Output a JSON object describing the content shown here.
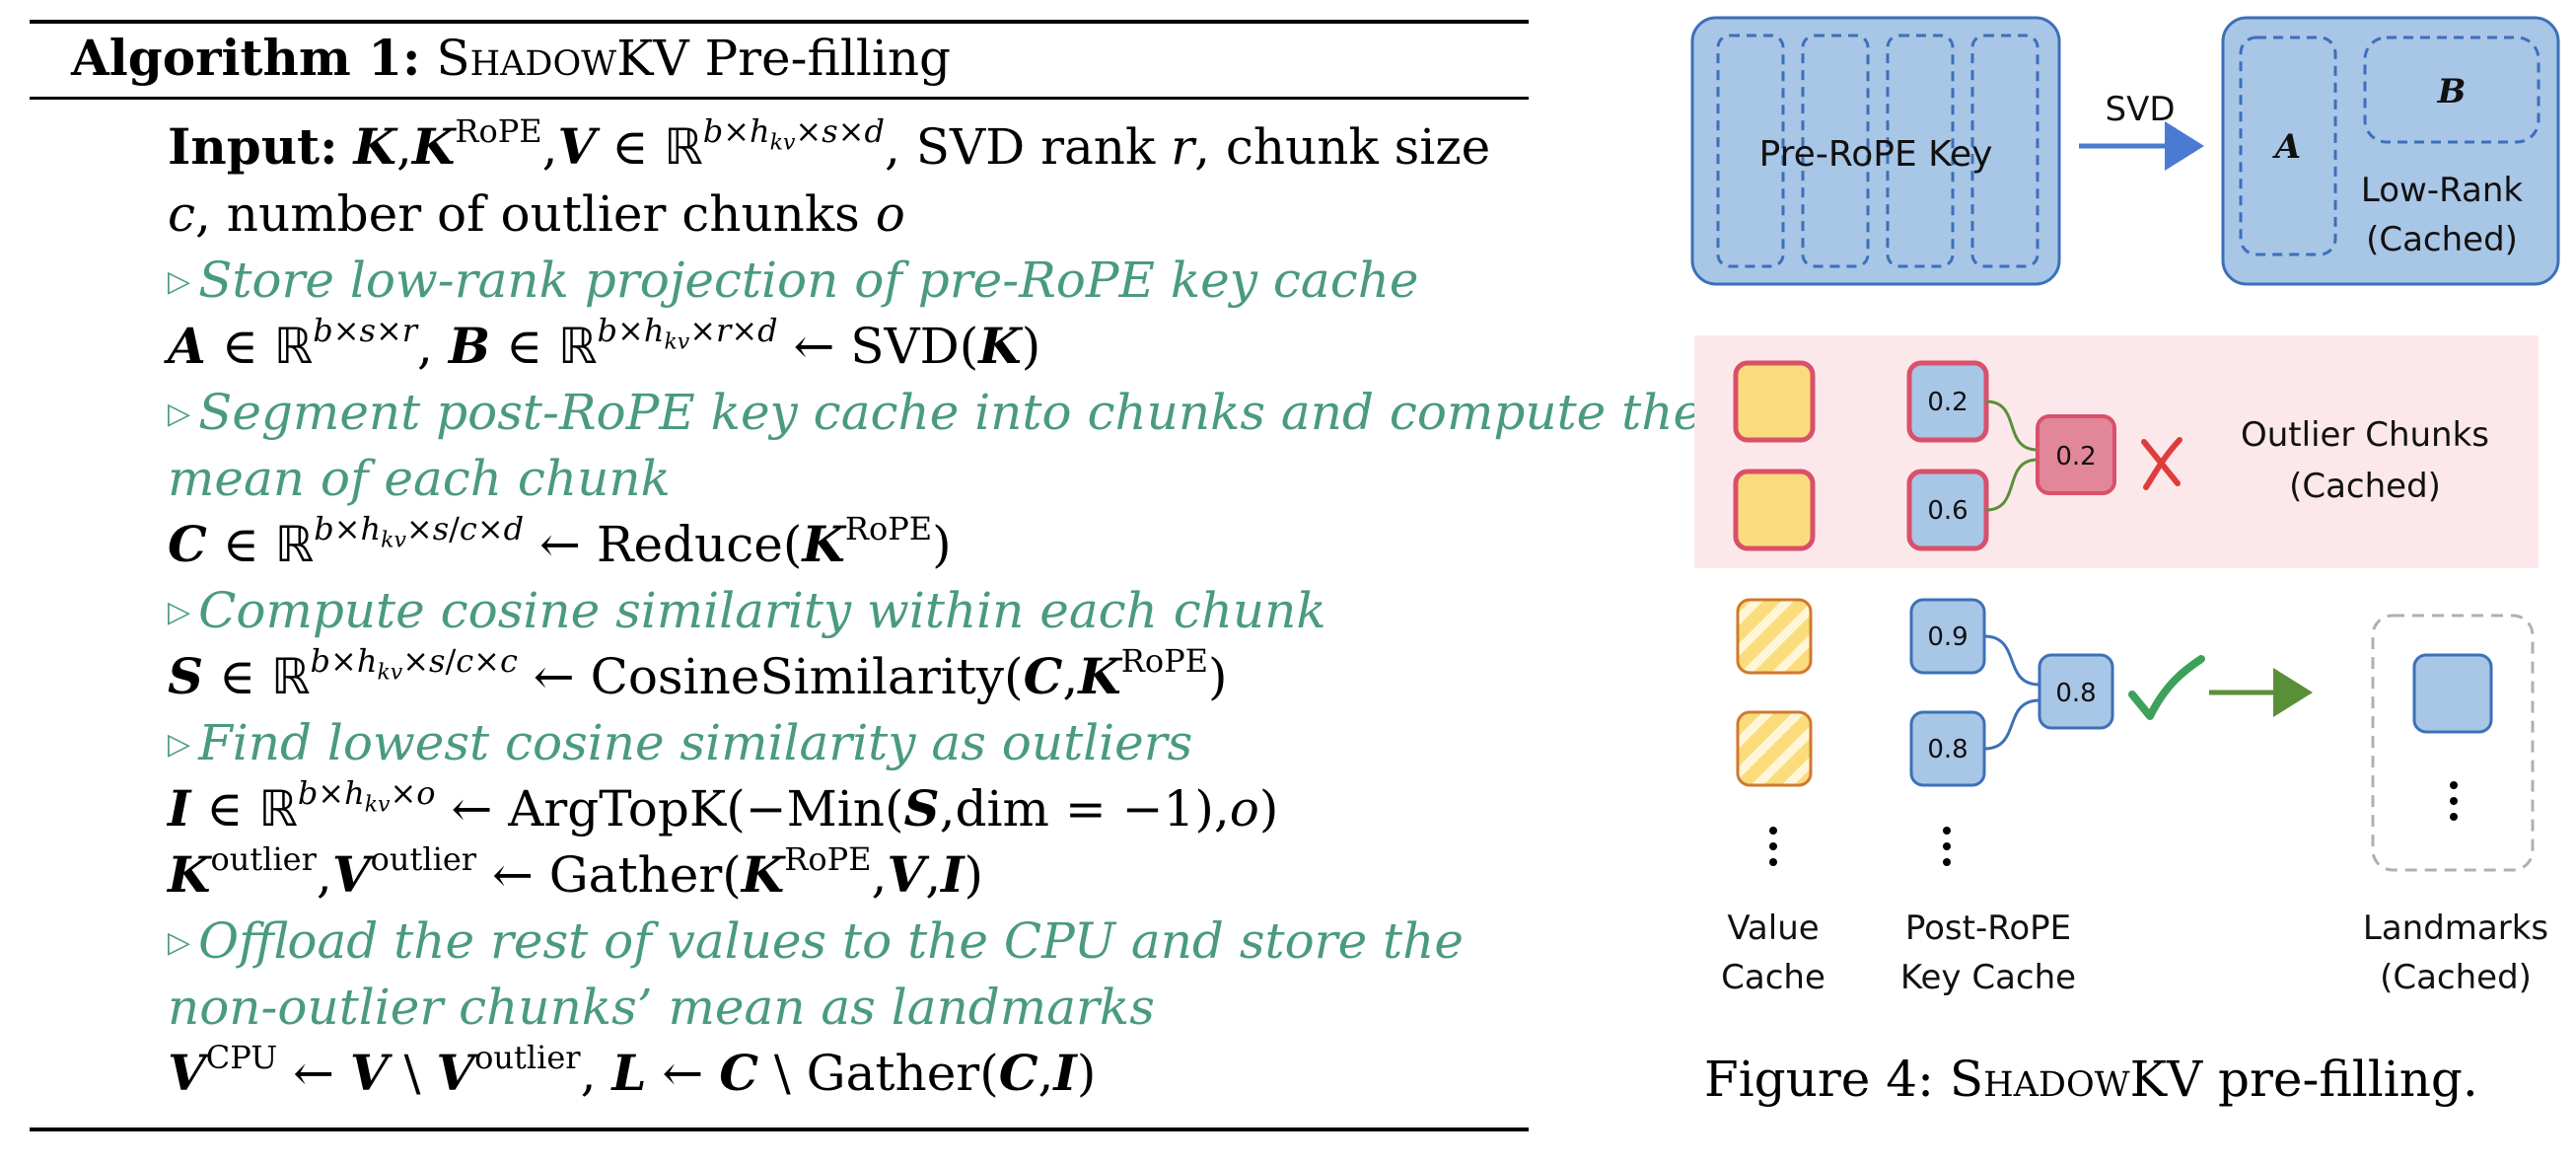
{
  "algorithm": {
    "title_label": "Algorithm 1:",
    "title_name_sc": "ShadowKV",
    "title_rest": " Pre-filling",
    "input": {
      "keyword": "Input:",
      "text_a": ", SVD rank ",
      "rank_var": "r",
      "text_b": ", chunk size",
      "chunk_var": "c",
      "text_c": ", number of outlier chunks ",
      "outlier_var": "o"
    },
    "comments": {
      "c1": "Store low-rank projection of pre-RoPE key cache",
      "c2a": "Segment post-RoPE key cache into chunks and compute the",
      "c2b": "mean of each chunk",
      "c3": "Compute cosine similarity within each chunk",
      "c4": "Find lowest cosine similarity as outliers",
      "c5a": "Offload the rest of values to the CPU and store the",
      "c5b": "non-outlier chunks’ mean as landmarks"
    },
    "functions": {
      "svd": "SVD",
      "reduce": "Reduce",
      "cosine": "CosineSimilarity",
      "argtopk": "ArgTopK",
      "min": "Min",
      "dim": "dim",
      "gather": "Gather"
    },
    "superscripts": {
      "rope": "RoPE",
      "outlier": "outlier",
      "cpu": "CPU"
    }
  },
  "figure": {
    "svd_label": "SVD",
    "pre_rope_key_label": "Pre-RoPE Key",
    "a_label": "A",
    "b_label": "B",
    "low_rank_line1": "Low-Rank",
    "low_rank_line2": "(Cached)",
    "outlier_chunks_line1": "Outlier Chunks",
    "outlier_chunks_line2": "(Cached)",
    "scores_outlier": [
      "0.2",
      "0.6"
    ],
    "score_outlier_mean": "0.2",
    "scores_normal": [
      "0.9",
      "0.8"
    ],
    "score_normal_mean": "0.8",
    "value_cache_line1": "Value",
    "value_cache_line2": "Cache",
    "post_rope_line1": "Post-RoPE",
    "post_rope_line2": "Key Cache",
    "landmarks_line1": "Landmarks",
    "landmarks_line2": "(Cached)",
    "colors": {
      "blue_fill": "#a8c6e6",
      "blue_stroke": "#3c70b8",
      "yellow_fill": "#fbdc7c",
      "red_stroke": "#d9506a",
      "pink_band": "#fce8ea",
      "green_arrow": "#5a8f3a",
      "teal_comment": "#4a9a80",
      "svd_arrow": "#4a7bd0"
    },
    "caption_prefix": "Figure 4: ",
    "caption_name_sc": "ShadowKV",
    "caption_rest": " pre-filling."
  }
}
